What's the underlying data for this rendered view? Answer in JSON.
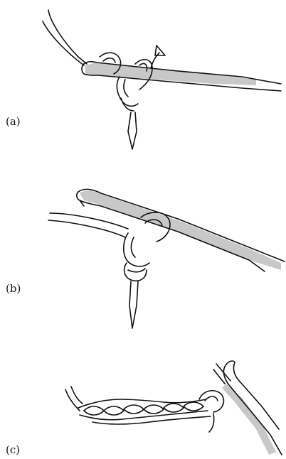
{
  "figure": {
    "panels": [
      {
        "id": "a",
        "label": "(a)"
      },
      {
        "id": "b",
        "label": "(b)"
      },
      {
        "id": "c",
        "label": "(c)"
      }
    ],
    "colors": {
      "ink": "#111111",
      "shade": "#c8c8c8",
      "background": "#ffffff"
    },
    "icons": [
      "crochet-hook",
      "yarn-strand",
      "slip-knot",
      "arrow",
      "chain-stitches"
    ]
  }
}
